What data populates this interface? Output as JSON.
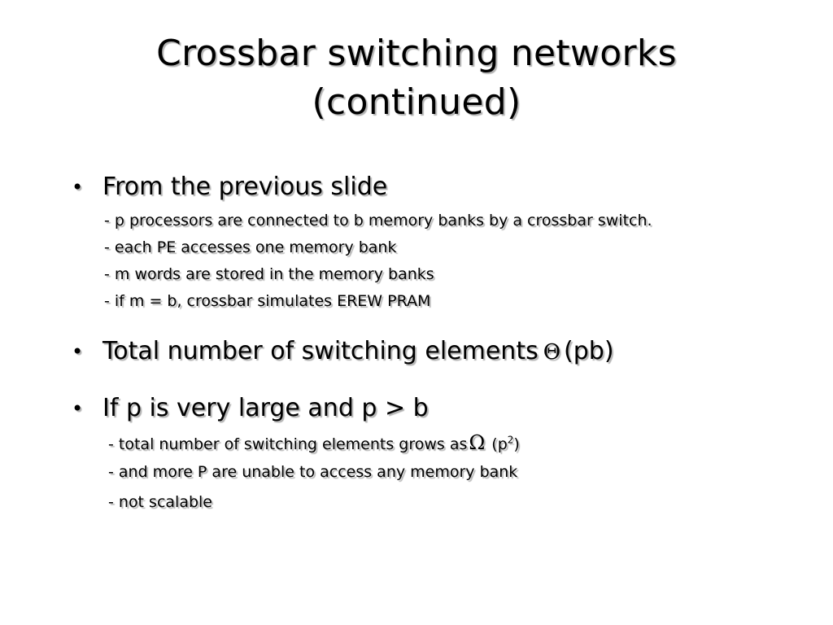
{
  "title": {
    "line1": "Crossbar switching networks",
    "line2": "(continued)"
  },
  "bullets": [
    {
      "dot": "•",
      "text": "From the previous slide",
      "subitems": [
        "- p processors are connected to b memory banks by a crossbar switch.",
        "- each PE accesses one memory bank",
        "- m words are stored in the memory banks",
        "- if m = b, crossbar simulates EREW PRAM"
      ]
    },
    {
      "dot": "•",
      "text_before": "Total number of switching elements",
      "symbol": "Θ",
      "text_after": "(pb)"
    },
    {
      "dot": "•",
      "text": "If p is very large and p > b",
      "subitems": [
        {
          "before": "- total number of switching elements grows as",
          "symbol": "Ω",
          "after_open": "(p",
          "exponent": "2",
          "after_close": ")"
        },
        "- and more P are unable to access any memory bank",
        "- not scalable"
      ]
    }
  ]
}
